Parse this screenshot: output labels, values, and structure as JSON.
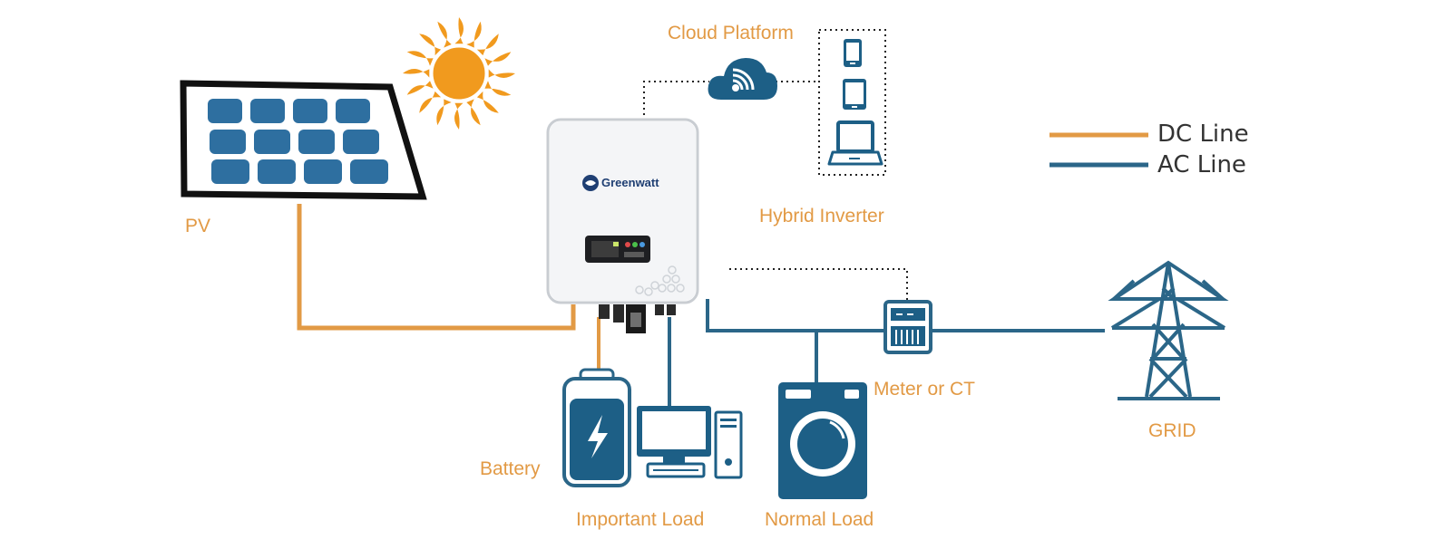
{
  "colors": {
    "dc_line": "#e29a45",
    "ac_line": "#2b6688",
    "label": "#e29a45",
    "dark_blue": "#1d5f86",
    "panel_cell": "#2e6fa0",
    "sun": "#f19a1e",
    "legend_text": "#333333"
  },
  "labels": {
    "cloud_platform": "Cloud Platform",
    "pv": "PV",
    "hybrid_inverter": "Hybrid Inverter",
    "battery": "Battery",
    "important_load": "Important Load",
    "normal_load": "Normal Load",
    "meter_ct": "Meter or CT",
    "grid": "GRID"
  },
  "legend": {
    "dc": "DC Line",
    "ac": "AC Line"
  },
  "inverter": {
    "brand": "Greenwatt"
  },
  "icons": {
    "sun": "sun-icon",
    "solar_panel": "solar-panel-icon",
    "cloud": "wifi-cloud-icon",
    "phone": "smartphone-icon",
    "tablet": "tablet-icon",
    "laptop": "laptop-icon",
    "inverter": "inverter-icon",
    "battery": "battery-icon",
    "computer": "desktop-computer-icon",
    "washer": "washing-machine-icon",
    "meter": "meter-icon",
    "tower": "transmission-tower-icon"
  }
}
